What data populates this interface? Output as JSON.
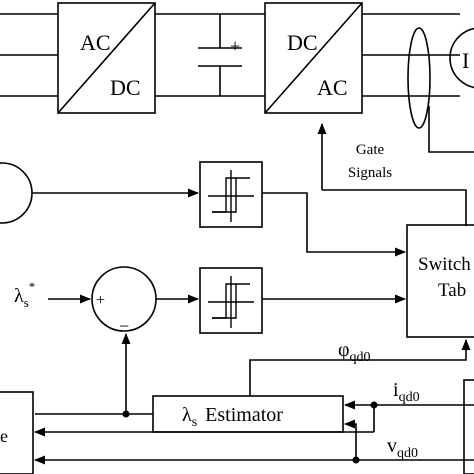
{
  "rectifier": {
    "top": "AC",
    "bottom": "DC"
  },
  "dc_link": {
    "plus": "+"
  },
  "inverter": {
    "top": "DC",
    "bottom": "AC"
  },
  "motor": {
    "partial": "I"
  },
  "gate_signals": {
    "line1": "Gate",
    "line2": "Signals"
  },
  "switching_table": {
    "line1": "Switch",
    "line2": "Tab"
  },
  "flux_reference": {
    "symbol": "λ",
    "subscript": "s",
    "superscript": "*"
  },
  "summing_junction": {
    "plus": "+",
    "minus": "−"
  },
  "flux_angle": {
    "symbol": "φ",
    "subscript": "qd0"
  },
  "estimator": {
    "symbol": "λ",
    "subscript": "s",
    "label": "Estimator"
  },
  "current_signal": {
    "symbol": "i",
    "subscript": "qd0"
  },
  "voltage_signal": {
    "symbol": "v",
    "subscript": "qd0"
  },
  "left_block": {
    "partial": "e"
  }
}
